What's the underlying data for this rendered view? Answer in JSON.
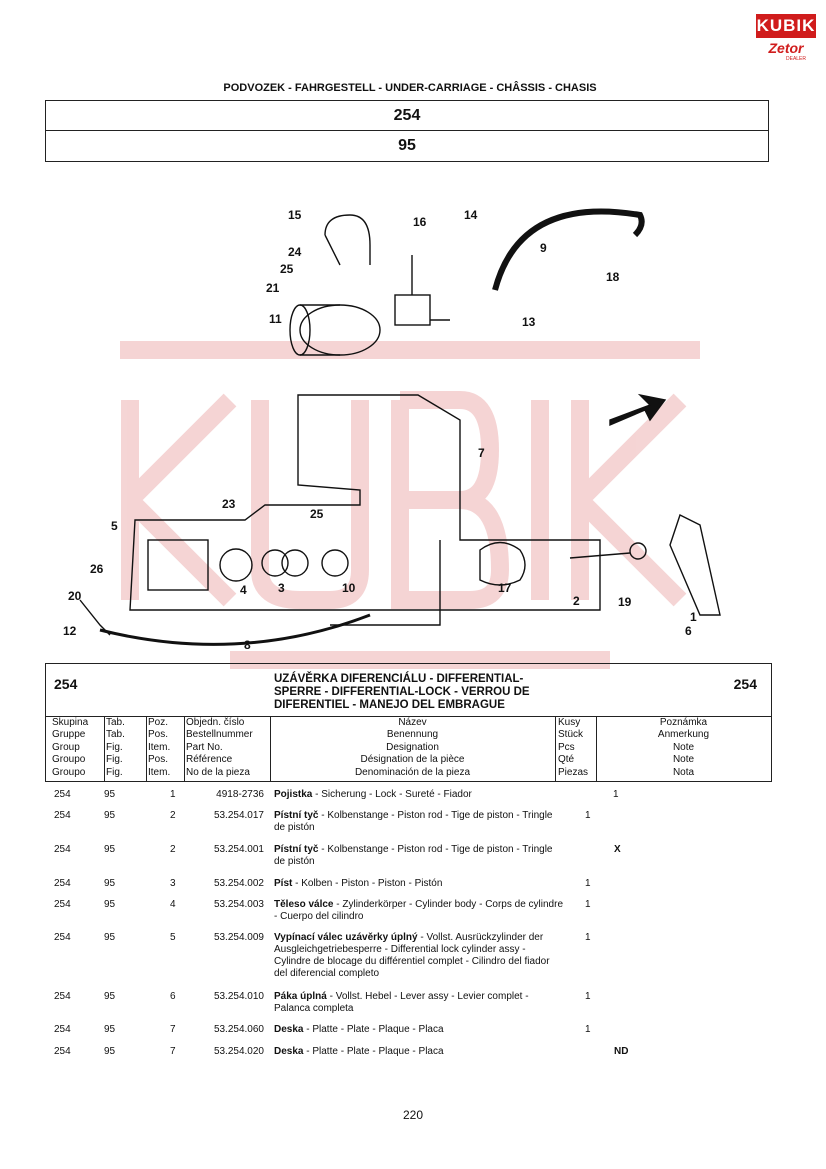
{
  "logo": {
    "brand": "KUBIK",
    "sub": "Zetor",
    "dealer": "DEALER"
  },
  "section_header": "PODVOZEK - FAHRGESTELL - UNDER-CARRIAGE - CHÂSSIS - CHASIS",
  "group_box": {
    "group": "254",
    "table": "95"
  },
  "callouts": [
    "1",
    "2",
    "3",
    "4",
    "5",
    "6",
    "7",
    "8",
    "9",
    "10",
    "11",
    "12",
    "13",
    "14",
    "15",
    "16",
    "17",
    "18",
    "19",
    "20",
    "21",
    "23",
    "24",
    "25",
    "25",
    "26"
  ],
  "parts_header": {
    "group": "254",
    "group_right": "254",
    "title_lines": [
      "UZÁVĚRKA DIFERENCIÁLU - DIFFERENTIAL-",
      "SPERRE - DIFFERENTIAL-LOCK - VERROU DE",
      "DIFERENTIEL - MANEJO DEL EMBRAGUE"
    ],
    "columns": [
      [
        "Skupina",
        "Gruppe",
        "Group",
        "Groupo",
        "Groupo"
      ],
      [
        "Tab.",
        "Tab.",
        "Fig.",
        "Fig.",
        "Fig."
      ],
      [
        "Poz.",
        "Pos.",
        "Item.",
        "Pos.",
        "Item."
      ],
      [
        "Objedn. číslo",
        "Bestellnummer",
        "Part No.",
        "Référence",
        "No de la pieza"
      ],
      [
        "Název",
        "Benennung",
        "Designation",
        "Désignation de la pièce",
        "Denominación de la pieza"
      ],
      [
        "Kusy",
        "Stück",
        "Pcs",
        "Qté",
        "Piezas"
      ],
      [
        "Poznámka",
        "Anmerkung",
        "Note",
        "Note",
        "Nota"
      ]
    ]
  },
  "parts": [
    {
      "group": "254",
      "table": "95",
      "pos": "1",
      "part_no": "4918-2736",
      "name_bold": "Pojistka",
      "name_rest": " - Sicherung - Lock - Sureté - Fiador",
      "qty": "1",
      "note": ""
    },
    {
      "group": "254",
      "table": "95",
      "pos": "2",
      "part_no": "53.254.017",
      "name_bold": "Pístní tyč",
      "name_rest": " - Kolbenstange - Piston rod - Tige de piston - Tringle de pistón",
      "qty": "1",
      "note": ""
    },
    {
      "group": "254",
      "table": "95",
      "pos": "2",
      "part_no": "53.254.001",
      "name_bold": "Pístní tyč",
      "name_rest": " - Kolbenstange - Piston rod - Tige de piston - Tringle de pistón",
      "qty": "",
      "note": "X"
    },
    {
      "group": "254",
      "table": "95",
      "pos": "3",
      "part_no": "53.254.002",
      "name_bold": "Píst",
      "name_rest": " - Kolben - Piston - Piston - Pistón",
      "qty": "1",
      "note": ""
    },
    {
      "group": "254",
      "table": "95",
      "pos": "4",
      "part_no": "53.254.003",
      "name_bold": "Těleso válce",
      "name_rest": " - Zylinderkörper - Cylinder body - Corps de cylindre - Cuerpo del cilindro",
      "qty": "1",
      "note": ""
    },
    {
      "group": "254",
      "table": "95",
      "pos": "5",
      "part_no": "53.254.009",
      "name_bold": "Vypínací válec uzávěrky úplný",
      "name_rest": " - Vollst. Ausrückzylinder der Ausgleichgetriebesperre - Differential lock cylinder assy - Cylindre de blocage du différentiel complet - Cilindro del fiador del diferencial completo",
      "qty": "1",
      "note": ""
    },
    {
      "group": "254",
      "table": "95",
      "pos": "6",
      "part_no": "53.254.010",
      "name_bold": "Páka úplná",
      "name_rest": " - Vollst. Hebel - Lever assy - Levier complet - Palanca completa",
      "qty": "1",
      "note": ""
    },
    {
      "group": "254",
      "table": "95",
      "pos": "7",
      "part_no": "53.254.060",
      "name_bold": "Deska",
      "name_rest": " - Platte - Plate - Plaque - Placa",
      "qty": "1",
      "note": ""
    },
    {
      "group": "254",
      "table": "95",
      "pos": "7",
      "part_no": "53.254.020",
      "name_bold": "Deska",
      "name_rest": " - Platte - Plate - Plaque - Placa",
      "qty": "",
      "note": "ND"
    }
  ],
  "page_number": "220",
  "colors": {
    "watermark": "#f3c9c9",
    "logo_red": "#d01c1c"
  }
}
